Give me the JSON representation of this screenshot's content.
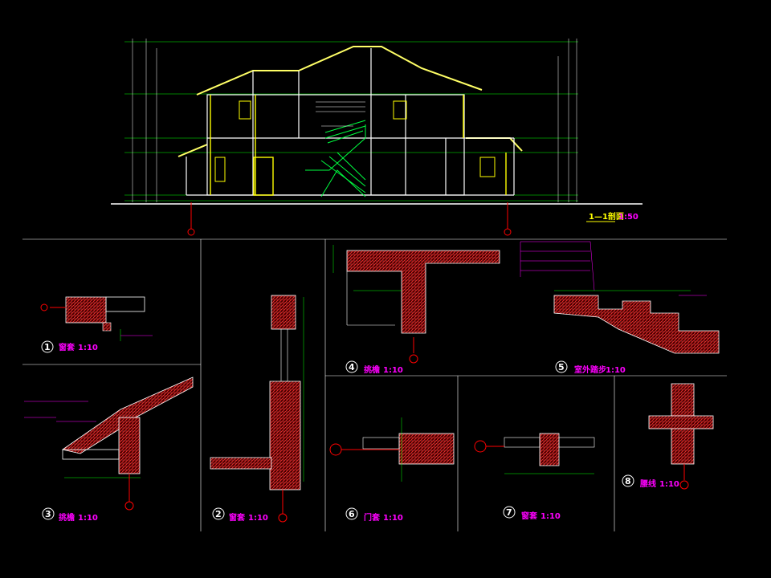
{
  "main_section": {
    "title": "1—1剖面",
    "scale": "1:50"
  },
  "details": [
    {
      "num": "1",
      "label": "窗套",
      "scale": "1:10"
    },
    {
      "num": "2",
      "label": "窗套",
      "scale": "1:10"
    },
    {
      "num": "3",
      "label": "挑檐",
      "scale": "1:10"
    },
    {
      "num": "4",
      "label": "挑檐",
      "scale": "1:10"
    },
    {
      "num": "5",
      "label": "室外踏步",
      "scale": "1:10"
    },
    {
      "num": "6",
      "label": "门套",
      "scale": "1:10"
    },
    {
      "num": "7",
      "label": "窗套",
      "scale": "1:10"
    },
    {
      "num": "8",
      "label": "腰线",
      "scale": "1:10"
    }
  ],
  "colors": {
    "background": "#000000",
    "grid": "#00ff00",
    "wall": "#ffffff",
    "hatch": "#ff2020",
    "stair": "#00ff40",
    "dim": "#ffff00",
    "text": "#ff00ff",
    "axis": "#ff0000"
  }
}
